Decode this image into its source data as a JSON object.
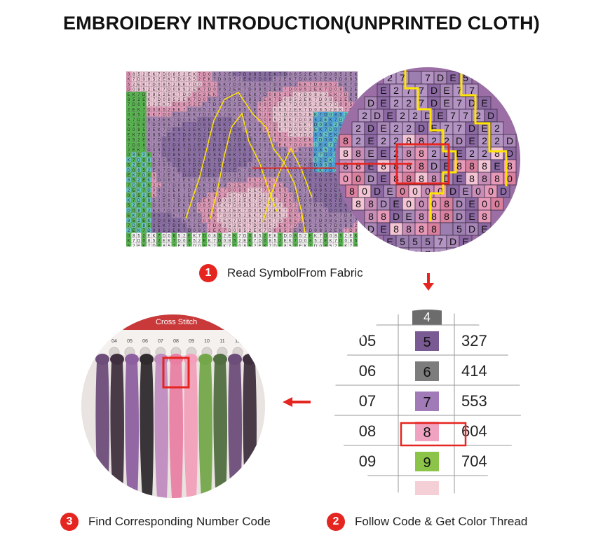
{
  "title": "EMBROIDERY INTRODUCTION(UNPRINTED CLOTH)",
  "steps": [
    {
      "number": "1",
      "label": "Read SymbolFrom Fabric"
    },
    {
      "number": "2",
      "label": "Follow Code & Get Color Thread"
    },
    {
      "number": "3",
      "label": "Find Corresponding Number Code"
    }
  ],
  "thread_board": {
    "label": "Cross Stitch",
    "slots": [
      "04",
      "05",
      "06",
      "07",
      "08",
      "09",
      "10",
      "11",
      "12"
    ]
  },
  "code_table": {
    "top_symbol": "4",
    "rows": [
      {
        "code": "05",
        "symbol": "5",
        "thread": "327",
        "color": "#7a5a92"
      },
      {
        "code": "06",
        "symbol": "6",
        "thread": "414",
        "color": "#7d7d7d"
      },
      {
        "code": "07",
        "symbol": "7",
        "thread": "553",
        "color": "#a07bb8"
      },
      {
        "code": "08",
        "symbol": "8",
        "thread": "604",
        "color": "#f0a3c0"
      },
      {
        "code": "09",
        "symbol": "9",
        "thread": "704",
        "color": "#8cc44a"
      }
    ]
  },
  "zoom_rows": [
    "27 7DE5",
    "E277DE77",
    "DE227DE7DE",
    "2DE22DE772D",
    "2DE22DE77DE2",
    "82E228822DE22D",
    "88EE2882DE228D",
    "88E8888DE888E8",
    "00DE8888DE8880",
    "80DE0000DE00D",
    "88DE0008DE00",
    "88DE888DE8",
    "DE8888 5DE",
    "E5557DE",
    "77777"
  ],
  "colors": {
    "accent": "#e52520",
    "purple": "#9b6fa6",
    "pink": "#e79ab8",
    "highlight": "#ffe500"
  }
}
